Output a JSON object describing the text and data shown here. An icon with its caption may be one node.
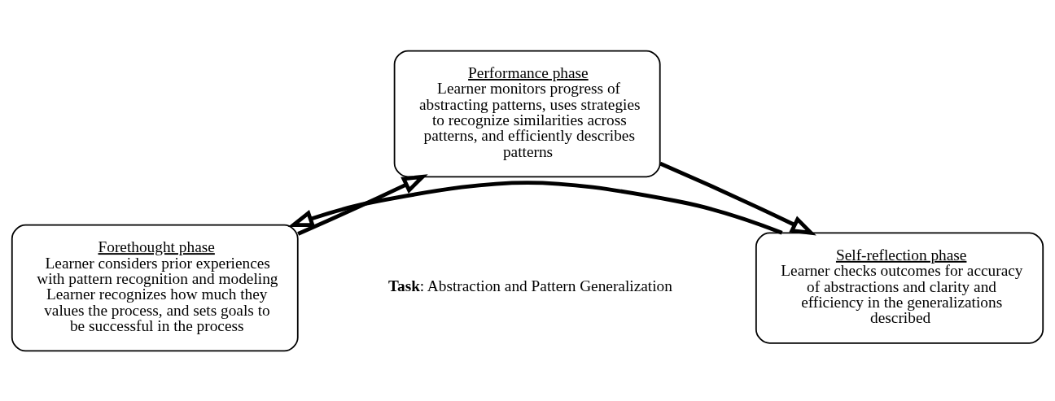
{
  "diagram": {
    "nodes": [
      {
        "text": [
          "Performance phase",
          "Learner monitors progress of abstracting patterns, uses strategies to recognize similarities across patterns, and efficiently describes patterns"
        ]
      },
      {
        "text": [
          "Self-reflection phase",
          "Learner checks outcomes for accuracy of abstractions and clarity and efficiency in the generalizations described"
        ]
      },
      {
        "text": [
          "Forethought phase",
          "Learner considers prior experiences with pattern recognition and modeling Learner recognizes how much they values the process, and sets goals to be successful in the process"
        ]
      }
    ],
    "edges": [
      {
        "from": 2,
        "to": 0,
        "arrow": "to"
      },
      {
        "from": 0,
        "to": 1,
        "arrow": "to"
      },
      {
        "from": 1,
        "to": 2,
        "arrow": "to"
      }
    ],
    "labels": [
      "**Task**: Abstraction and Pattern Generalization"
    ]
  }
}
